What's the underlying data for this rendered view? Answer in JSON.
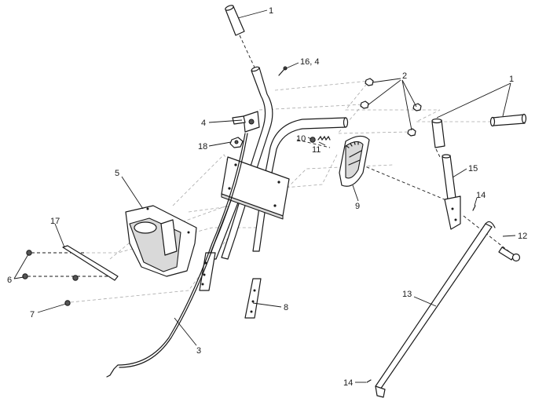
{
  "callouts": [
    {
      "id": "c1a",
      "label": "1"
    },
    {
      "id": "c1b",
      "label": "1"
    },
    {
      "id": "c2",
      "label": "2"
    },
    {
      "id": "c3",
      "label": "3"
    },
    {
      "id": "c4",
      "label": "4"
    },
    {
      "id": "c5",
      "label": "5"
    },
    {
      "id": "c6",
      "label": "6"
    },
    {
      "id": "c7",
      "label": "7"
    },
    {
      "id": "c8",
      "label": "8"
    },
    {
      "id": "c9",
      "label": "9"
    },
    {
      "id": "c10",
      "label": "10"
    },
    {
      "id": "c11",
      "label": "11"
    },
    {
      "id": "c12",
      "label": "12"
    },
    {
      "id": "c13",
      "label": "13"
    },
    {
      "id": "c14a",
      "label": "14"
    },
    {
      "id": "c14b",
      "label": "14"
    },
    {
      "id": "c15",
      "label": "15"
    },
    {
      "id": "c16_4",
      "label": "16, 4"
    },
    {
      "id": "c17",
      "label": "17"
    },
    {
      "id": "c18",
      "label": "18"
    }
  ]
}
